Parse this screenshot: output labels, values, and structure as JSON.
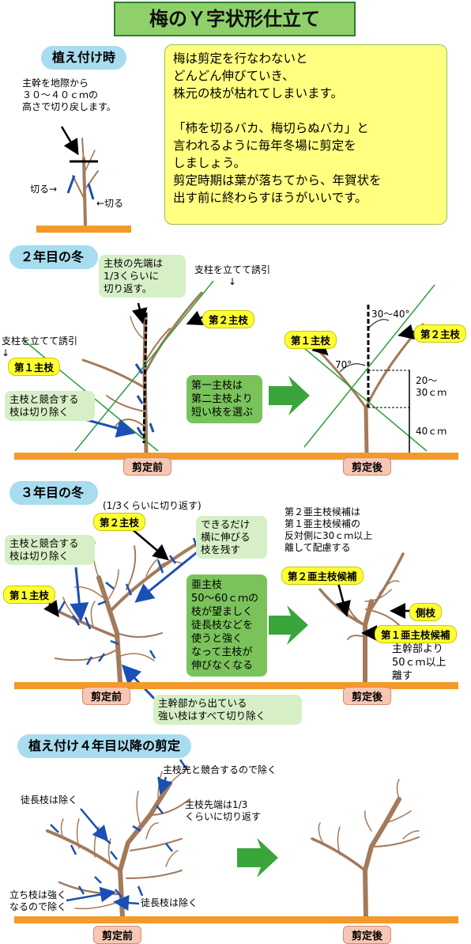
{
  "title": "梅のＹ字状形仕立て",
  "section1": {
    "header": "植え付け時",
    "note_cut": "主幹を地際から\n３０～４０ｃｍの\n高さで切り戻します。",
    "label_cut_left": "切る→",
    "label_cut_right": "←切る",
    "info": "梅は剪定を行なわないと\nどんどん伸びていき、\n株元の枝が枯れてしまいます。\n\n「柿を切るバカ、梅切らぬバカ」と\n言われるように毎年冬場に剪定を\nしましょう。\n剪定時期は葉が落ちてから、年賀状を\n出す前に終わらすほうがいいです。"
  },
  "section2": {
    "header": "２年目の冬",
    "note_tip": "主枝の先端は\n1/3くらいに\n切り返す。",
    "note_support_right": "支柱を立てて誘引\n↓",
    "note_support_left": "支柱を立てて誘引\n↓",
    "label_second": "第２主枝",
    "label_first": "第１主枝",
    "note_compete": "主枝と競合する\n枝は切り除く",
    "note_select": "第一主枝は\n第二主枝より\n短い枝を選ぶ",
    "label_before": "剪定前",
    "label_after": "剪定後",
    "label_first_after": "第１主枝",
    "label_second_after": "第２主枝",
    "angle_top": "30～40°",
    "angle_70": "70°",
    "dim_20": "20～\n30ｃｍ",
    "dim_40": "40ｃｍ"
  },
  "section3": {
    "header": "３年目の冬",
    "note_cutback": "(1/3くらいに切り返す)",
    "label_second": "第２主枝",
    "note_sideways": "できるだけ\n横に伸びる\n枝を残す",
    "note_compete": "主枝と競合する\n枝は切り除く",
    "label_first": "第１主枝",
    "note_sub": "亜主枝\n50～60ｃｍの\n枝が望ましく\n徒長枝などを\n使うと強く\nなって主枝が\n伸びなくなる",
    "note_second_sub": "第２亜主枝候補は\n第１亜主枝候補の\n反対側に30ｃｍ以上\n離して配慮する",
    "label_second_sub": "第２亜主枝候補",
    "label_side": "側枝",
    "label_first_sub": "第１亜主枝候補",
    "note_distance": "主幹部より\n50ｃｍ以上\n離す",
    "note_trunk": "主幹部から出ている\n強い枝はすべて切り除く",
    "label_before": "剪定前",
    "label_after": "剪定後"
  },
  "section4": {
    "header": "植え付け４年目以降の剪定",
    "note_compete_tip": "主枝先と競合するので除く",
    "note_water_left": "徒長枝は除く",
    "note_tip_cut": "主枝先端は1/3\nくらいに切り返す",
    "note_upright": "立ち枝は強く\nなるので除く",
    "note_water_bottom": "徒長枝は除く",
    "label_before": "剪定前",
    "label_after": "剪定後"
  },
  "colors": {
    "tree": "#a47a5a",
    "ground": "#f39a2a",
    "cut_mark": "#1a4fb5",
    "support": "#2e9e3e",
    "arrow_green": "#3aa53a",
    "label_yellow": "#ffff33",
    "header_blue": "#a8dcef",
    "info_yellow": "#ffff80",
    "title_green": "#8fd06b"
  }
}
